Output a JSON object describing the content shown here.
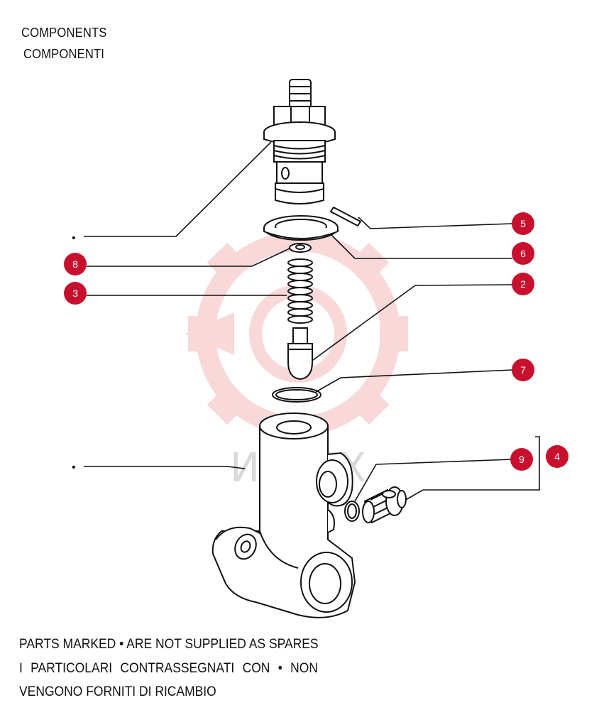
{
  "header": {
    "line1": "COMPONENTS",
    "line2": "COMPONENTI"
  },
  "watermark": {
    "text": "ИНТЕХ",
    "color": "#f7c9c9"
  },
  "callouts": {
    "color": "#c8102e",
    "items": [
      {
        "label": "5"
      },
      {
        "label": "6"
      },
      {
        "label": "8"
      },
      {
        "label": "3"
      },
      {
        "label": "2"
      },
      {
        "label": "7"
      },
      {
        "label": "9"
      },
      {
        "label": "4"
      }
    ]
  },
  "markers": {
    "bullet": "•"
  },
  "footer": {
    "line1": "PARTS MARKED • ARE NOT SUPPLIED AS SPARES",
    "line2": "I PARTICOLARI CONTRASSEGNATI CON • NON",
    "line3": "VENGONO FORNITI DI RICAMBIO"
  }
}
